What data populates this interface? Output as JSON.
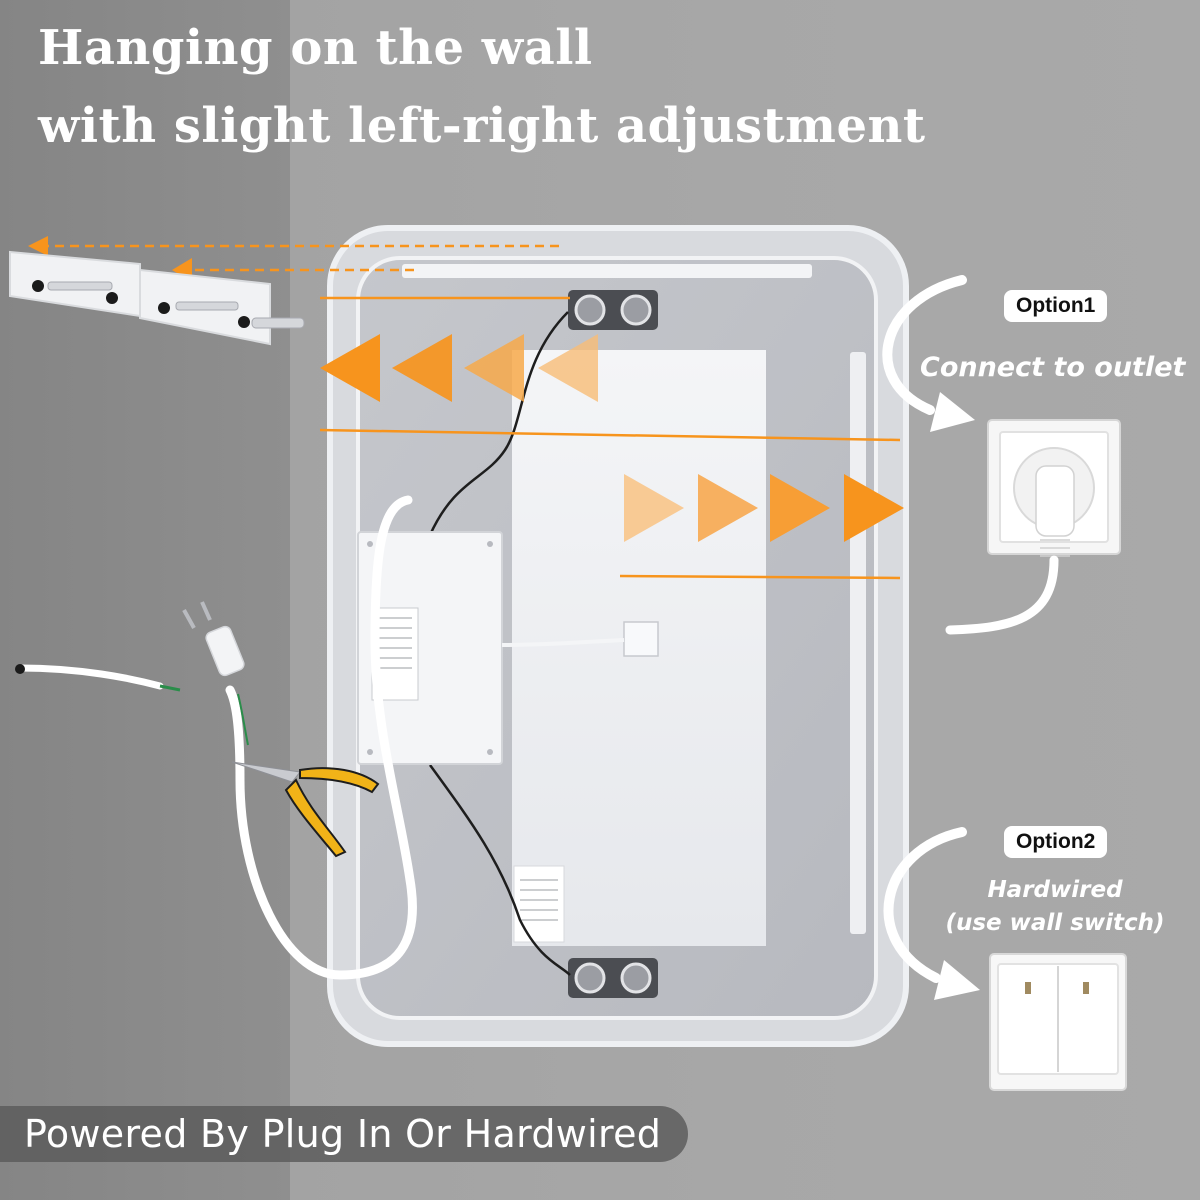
{
  "headline": {
    "line1": "Hanging on the wall",
    "line2": "with slight left-right adjustment"
  },
  "option1": {
    "label": "Option1",
    "caption": "Connect to outlet"
  },
  "option2": {
    "label": "Option2",
    "caption_line1": "Hardwired",
    "caption_line2": "(use wall switch)"
  },
  "banner": {
    "text": "Powered By Plug In Or Hardwired"
  },
  "colors": {
    "accent_orange": "#f7941d",
    "text_white": "#ffffff",
    "banner_bg": "#5a5a5a"
  },
  "icons": [
    "mounting-bracket-icon",
    "wall-outlet-icon",
    "wall-switch-icon",
    "plug-icon",
    "pliers-icon",
    "power-box-icon"
  ]
}
